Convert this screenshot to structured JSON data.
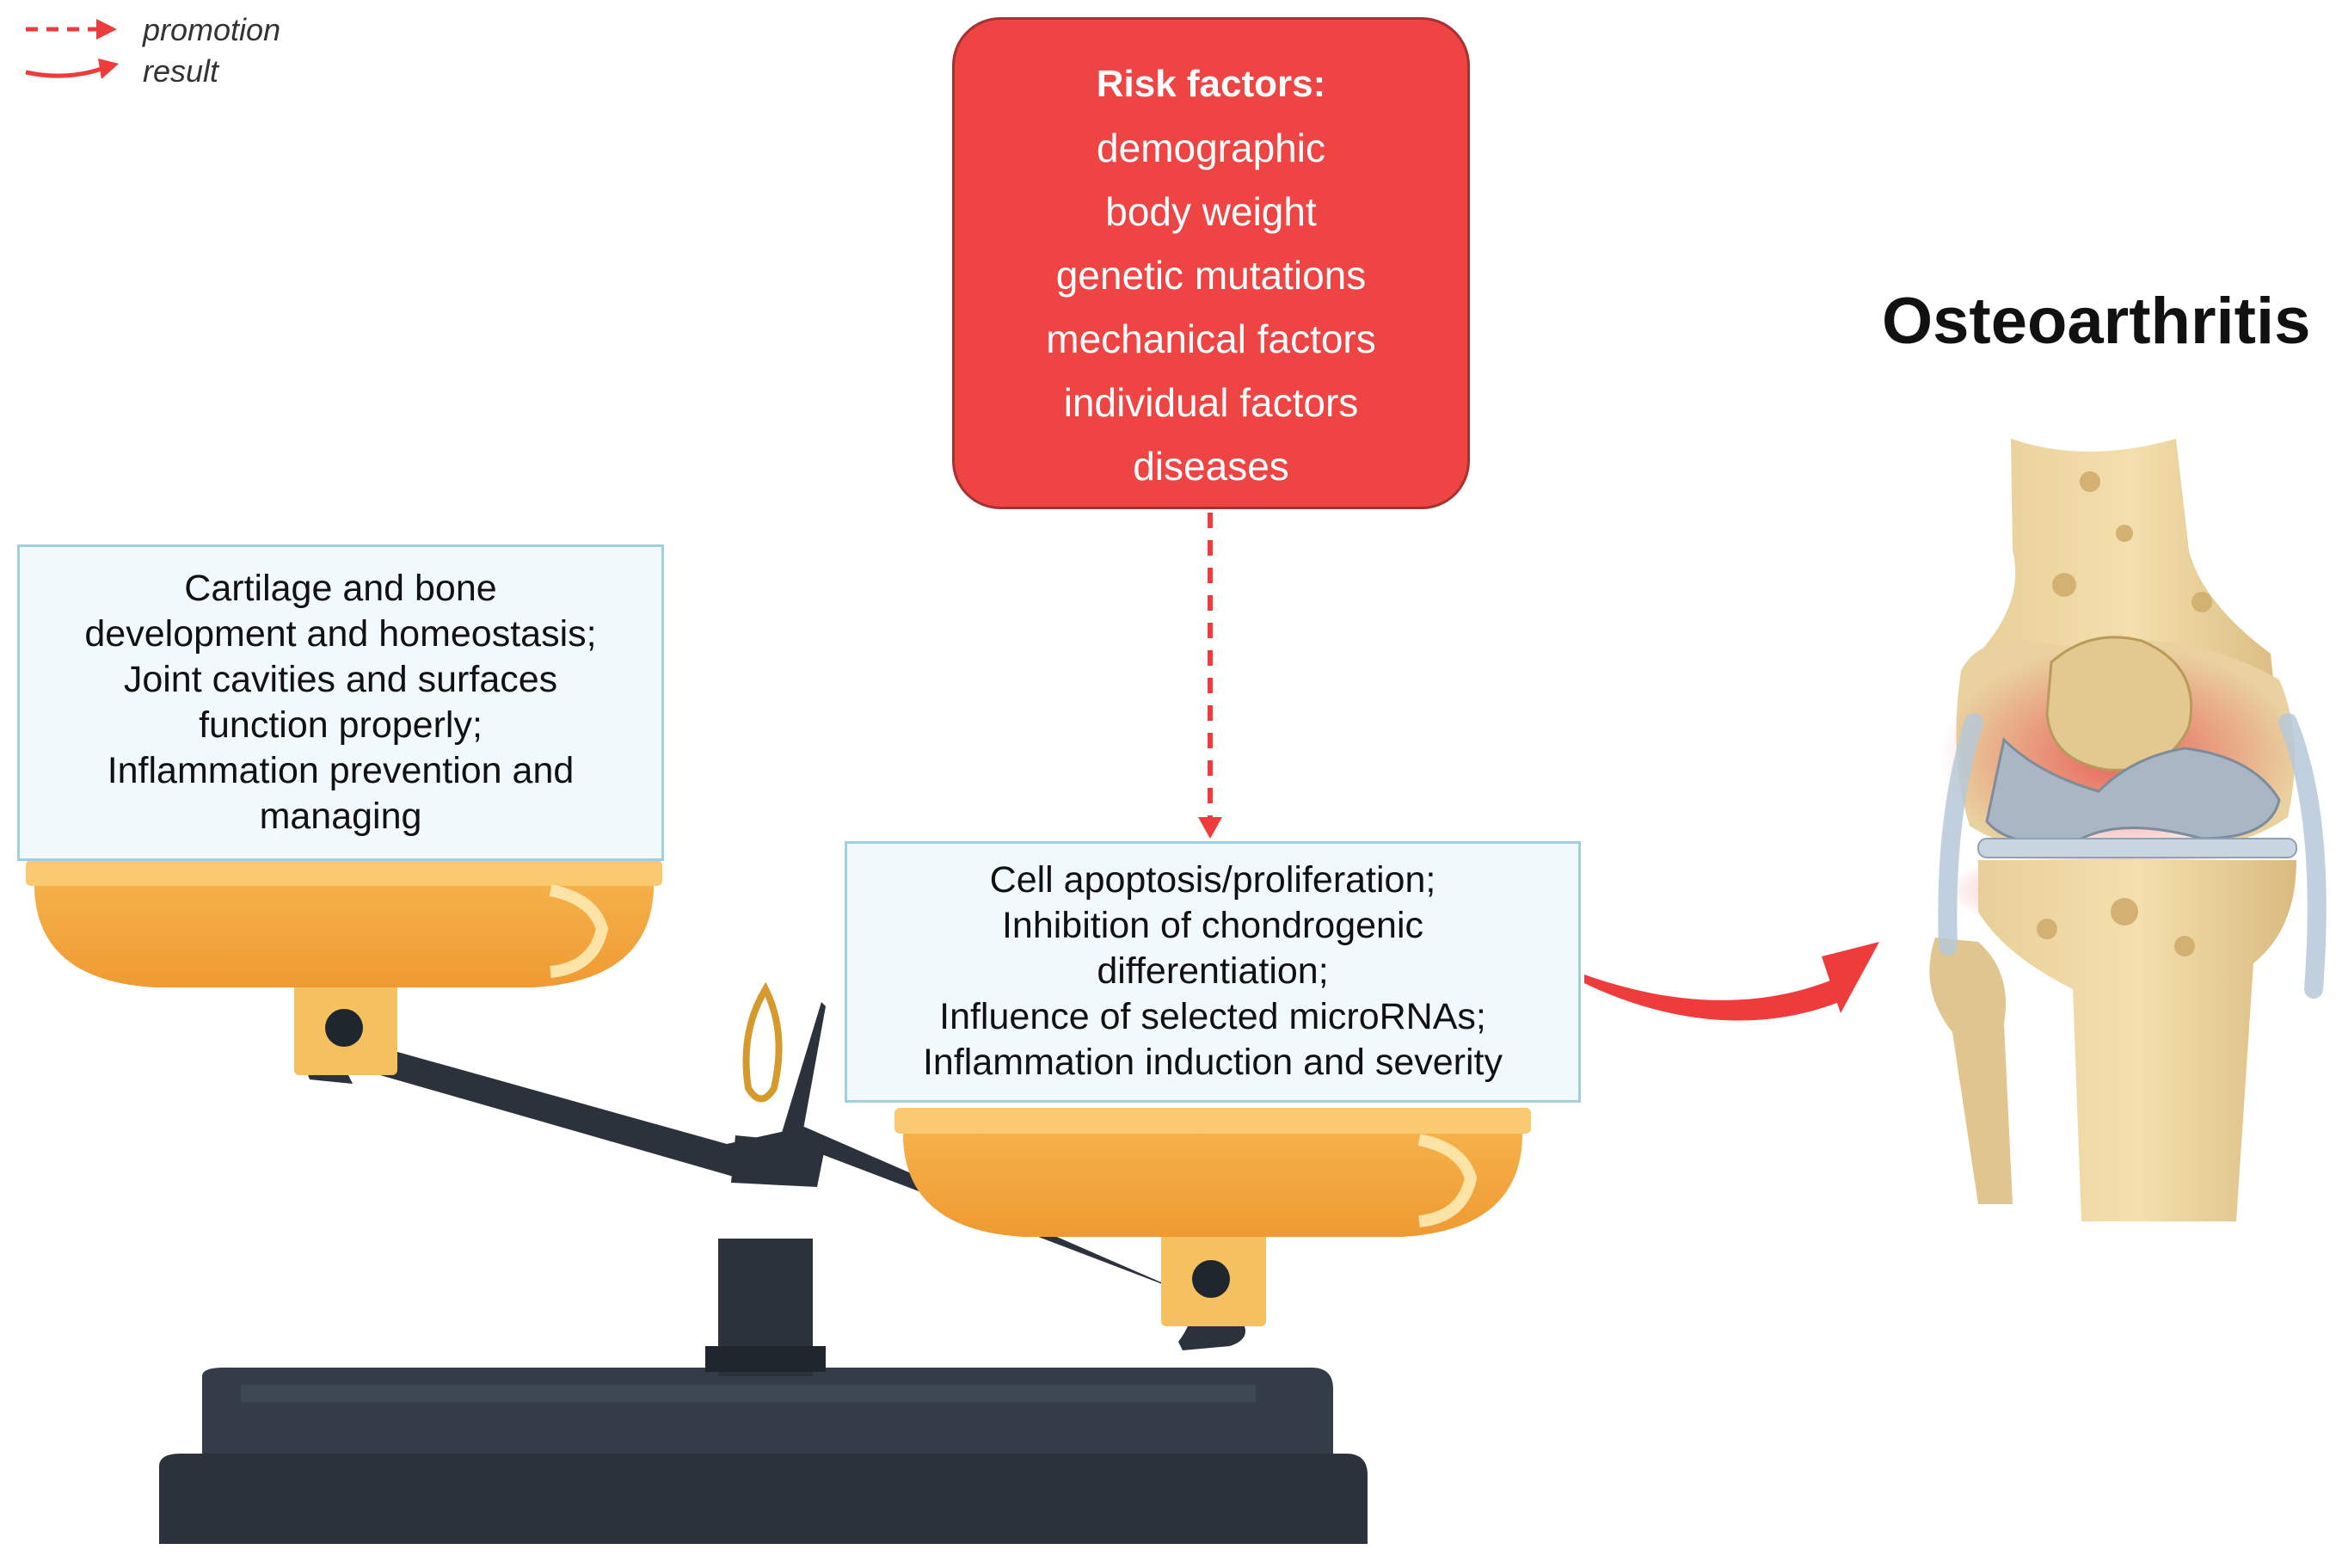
{
  "legend": {
    "items": [
      {
        "label": "promotion",
        "style": "dashed-arrow",
        "color": "#ee3b3b"
      },
      {
        "label": "result",
        "style": "curved-arrow",
        "color": "#ee3b3b"
      }
    ]
  },
  "risk_factors": {
    "title": "Risk factors:",
    "items": [
      "demographic",
      "body weight",
      "genetic mutations",
      "mechanical factors",
      "individual factors",
      "diseases"
    ],
    "fill": "#ee4444",
    "text_color": "#ffffff"
  },
  "protective_box": {
    "lines": [
      "Cartilage and bone",
      "development and homeostasis;",
      "Joint cavities and surfaces",
      "function properly;",
      "Inflammation prevention and",
      "managing"
    ]
  },
  "damaging_box": {
    "lines": [
      "Cell apoptosis/proliferation;",
      "Inhibition of chondrogenic",
      "differentiation;",
      "Influence of selected microRNAs;",
      "Inflammation induction and severity"
    ]
  },
  "outcome": {
    "title": "Osteoarthritis",
    "illustration": "knee-joint-illustration"
  },
  "balance_scale": {
    "illustration": "balance-scale-icon",
    "tilt": "right pan lower",
    "pan_color": "#f5a843",
    "beam_color": "#2f3640",
    "base_color": "#3a4450"
  },
  "arrows": {
    "promotion_color": "#ee3b3b",
    "result_color": "#ee3b3b"
  }
}
